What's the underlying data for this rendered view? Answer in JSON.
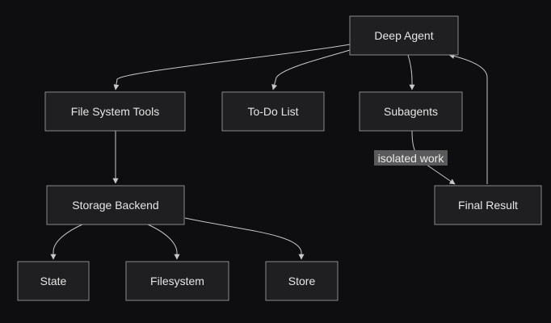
{
  "diagram": {
    "nodes": {
      "deep_agent": "Deep Agent",
      "fs_tools": "File System Tools",
      "todo_list": "To-Do List",
      "subagents": "Subagents",
      "storage_backend": "Storage Backend",
      "final_result": "Final Result",
      "state": "State",
      "filesystem": "Filesystem",
      "store": "Store"
    },
    "edge_labels": {
      "subagents_to_final": "isolated work"
    }
  },
  "colors": {
    "background": "#0e0e10",
    "node_fill": "#1f1f21",
    "node_stroke": "#8a8a8a",
    "edge": "#c8c8c8",
    "label_bg": "#5a5a5a"
  }
}
